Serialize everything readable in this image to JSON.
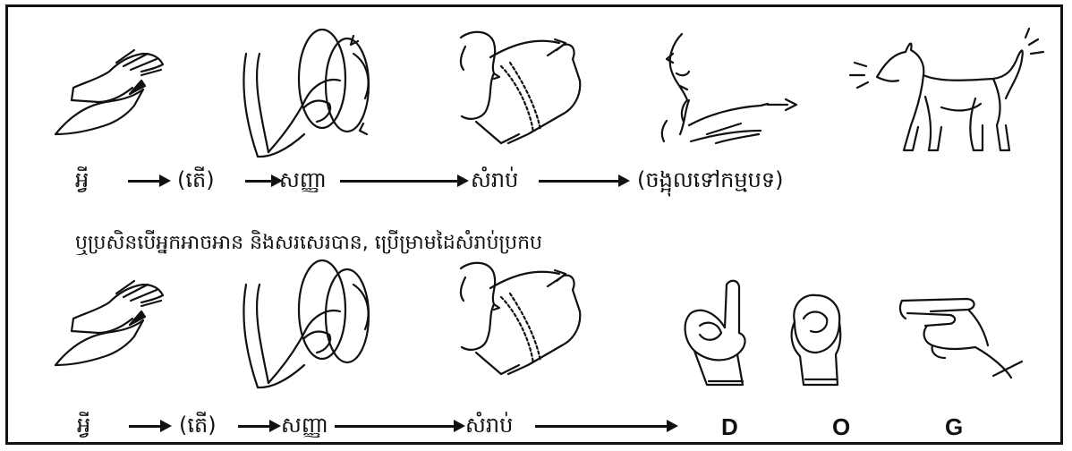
{
  "row1": {
    "labels": [
      "អ្វី",
      "(តើ)",
      "សញ្ញា",
      "សំរាប់",
      "(ចង្អុលទៅកម្មបទ)"
    ]
  },
  "instruction": "ឬប្រសិនបើអ្នកអាចអាន និងសរសេរបាន, ប្រើម្រាមដៃសំរាប់ប្រកប",
  "row2": {
    "labels": [
      "អ្វី",
      "(តើ)",
      "សញ្ញា",
      "សំរាប់"
    ],
    "letters": [
      "D",
      "O",
      "G"
    ]
  },
  "icons": {
    "row1": [
      "hand-what-icon",
      "hand-sign-circles-icon",
      "face-for-icon",
      "face-pointing-icon",
      "dog-icon"
    ],
    "row2": [
      "hand-what-icon",
      "hand-sign-circles-icon",
      "face-for-icon",
      "fingerspell-d-icon",
      "fingerspell-o-icon",
      "fingerspell-g-icon"
    ]
  }
}
